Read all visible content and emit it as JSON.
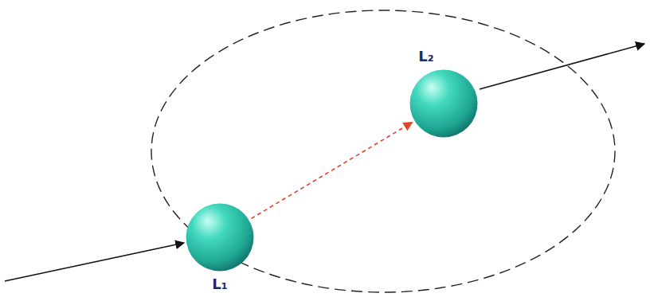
{
  "diagram": {
    "nodes": [
      {
        "text": [
          "L₁"
        ]
      },
      {
        "text": [
          "L₂"
        ]
      }
    ],
    "edges": [
      {
        "from": 0,
        "to": 1,
        "arrow": "to"
      }
    ]
  }
}
